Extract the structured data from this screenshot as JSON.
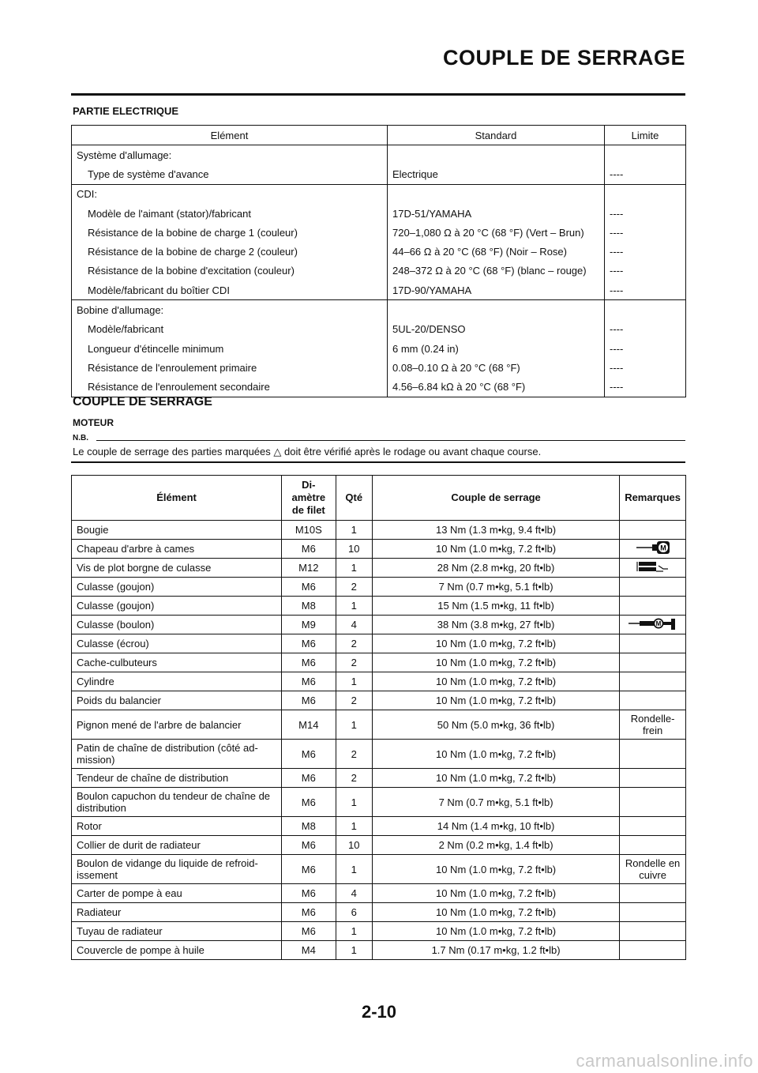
{
  "header": {
    "title": "COUPLE DE SERRAGE"
  },
  "electrical": {
    "heading": "PARTIE ELECTRIQUE",
    "columns": [
      "Elément",
      "Standard",
      "Limite"
    ],
    "groups": [
      {
        "title": "Système d'allumage:",
        "rows": [
          {
            "element": "Type de système d'avance",
            "standard": "Electrique",
            "limit": "----"
          }
        ]
      },
      {
        "title": "CDI:",
        "rows": [
          {
            "element": "Modèle de l'aimant (stator)/fabricant",
            "standard": "17D-51/YAMAHA",
            "limit": "----"
          },
          {
            "element": "Résistance de la bobine de charge 1 (couleur)",
            "standard": "720–1,080 Ω à 20 °C (68 °F) (Vert – Brun)",
            "limit": "----"
          },
          {
            "element": "Résistance de la bobine de charge 2 (couleur)",
            "standard": "44–66 Ω à 20 °C (68 °F) (Noir – Rose)",
            "limit": "----"
          },
          {
            "element": "Résistance de la bobine d'excitation (couleur)",
            "standard": "248–372 Ω à 20 °C (68 °F) (blanc – rouge)",
            "limit": "----"
          },
          {
            "element": "Modèle/fabricant du boîtier CDI",
            "standard": "17D-90/YAMAHA",
            "limit": "----"
          }
        ]
      },
      {
        "title": "Bobine d'allumage:",
        "rows": [
          {
            "element": "Modèle/fabricant",
            "standard": "5UL-20/DENSO",
            "limit": "----"
          },
          {
            "element": "Longueur d'étincelle minimum",
            "standard": "6 mm (0.24 in)",
            "limit": "----"
          },
          {
            "element": "Résistance de l'enroulement primaire",
            "standard": "0.08–0.10 Ω à 20 °C (68 °F)",
            "limit": "----"
          },
          {
            "element": "Résistance de l'enroulement secondaire",
            "standard": "4.56–6.84 kΩ à 20 °C (68 °F)",
            "limit": "----"
          }
        ]
      }
    ]
  },
  "torque_section": {
    "title": "COUPLE DE SERRAGE",
    "subtitle": "MOTEUR",
    "nb_label": "N.B.",
    "nb_text": "Le couple de serrage des parties marquées △ doit être vérifié après le rodage ou avant chaque course.",
    "columns": {
      "element": "Élément",
      "diameter_line1": "Di-",
      "diameter_line2": "amètre",
      "diameter_line3": "de filet",
      "qty": "Qté",
      "torque": "Couple de serrage",
      "remarks": "Remarques"
    },
    "rows": [
      {
        "element": "Bougie",
        "dia": "M10S",
        "qty": "1",
        "torque": "13 Nm (1.3 m•kg, 9.4 ft•lb)",
        "remark": "",
        "icon": ""
      },
      {
        "element": "Chapeau d'arbre à cames",
        "dia": "M6",
        "qty": "10",
        "torque": "10 Nm (1.0 m•kg, 7.2 ft•lb)",
        "remark": "",
        "icon": "molybdenum-oil-icon"
      },
      {
        "element": "Vis de plot borgne de culasse",
        "dia": "M12",
        "qty": "1",
        "torque": "28 Nm (2.8 m•kg, 20 ft•lb)",
        "remark": "",
        "icon": "thread-lock-icon"
      },
      {
        "element": "Culasse (goujon)",
        "dia": "M6",
        "qty": "2",
        "torque": "7 Nm (0.7 m•kg, 5.1 ft•lb)",
        "remark": "",
        "icon": ""
      },
      {
        "element": "Culasse (goujon)",
        "dia": "M8",
        "qty": "1",
        "torque": "15 Nm (1.5 m•kg, 11 ft•lb)",
        "remark": "",
        "icon": ""
      },
      {
        "element": "Culasse (boulon)",
        "dia": "M9",
        "qty": "4",
        "torque": "38 Nm (3.8 m•kg, 27 ft•lb)",
        "remark": "",
        "icon": "molybdenum-bolt-icon"
      },
      {
        "element": "Culasse (écrou)",
        "dia": "M6",
        "qty": "2",
        "torque": "10 Nm (1.0 m•kg, 7.2 ft•lb)",
        "remark": "",
        "icon": ""
      },
      {
        "element": "Cache-culbuteurs",
        "dia": "M6",
        "qty": "2",
        "torque": "10 Nm (1.0 m•kg, 7.2 ft•lb)",
        "remark": "",
        "icon": ""
      },
      {
        "element": "Cylindre",
        "dia": "M6",
        "qty": "1",
        "torque": "10 Nm (1.0 m•kg, 7.2 ft•lb)",
        "remark": "",
        "icon": ""
      },
      {
        "element": "Poids du balancier",
        "dia": "M6",
        "qty": "2",
        "torque": "10 Nm (1.0 m•kg, 7.2 ft•lb)",
        "remark": "",
        "icon": ""
      },
      {
        "element": "Pignon mené de l'arbre de balancier",
        "dia": "M14",
        "qty": "1",
        "torque": "50 Nm (5.0 m•kg, 36 ft•lb)",
        "remark": "Rondelle-frein",
        "icon": ""
      },
      {
        "element": "Patin de chaîne de distribution (côté ad-mission)",
        "dia": "M6",
        "qty": "2",
        "torque": "10 Nm (1.0 m•kg, 7.2 ft•lb)",
        "remark": "",
        "icon": ""
      },
      {
        "element": "Tendeur de chaîne de distribution",
        "dia": "M6",
        "qty": "2",
        "torque": "10 Nm (1.0 m•kg, 7.2 ft•lb)",
        "remark": "",
        "icon": ""
      },
      {
        "element": "Boulon capuchon du tendeur de chaîne de distribution",
        "dia": "M6",
        "qty": "1",
        "torque": "7 Nm (0.7 m•kg, 5.1 ft•lb)",
        "remark": "",
        "icon": ""
      },
      {
        "element": "Rotor",
        "dia": "M8",
        "qty": "1",
        "torque": "14 Nm (1.4 m•kg, 10 ft•lb)",
        "remark": "",
        "icon": ""
      },
      {
        "element": "Collier de durit de radiateur",
        "dia": "M6",
        "qty": "10",
        "torque": "2 Nm (0.2 m•kg, 1.4 ft•lb)",
        "remark": "",
        "icon": ""
      },
      {
        "element": "Boulon de vidange du liquide de refroid-issement",
        "dia": "M6",
        "qty": "1",
        "torque": "10 Nm (1.0 m•kg, 7.2 ft•lb)",
        "remark": "Rondelle en cuivre",
        "icon": ""
      },
      {
        "element": "Carter de pompe à eau",
        "dia": "M6",
        "qty": "4",
        "torque": "10 Nm (1.0 m•kg, 7.2 ft•lb)",
        "remark": "",
        "icon": ""
      },
      {
        "element": "Radiateur",
        "dia": "M6",
        "qty": "6",
        "torque": "10 Nm (1.0 m•kg, 7.2 ft•lb)",
        "remark": "",
        "icon": ""
      },
      {
        "element": "Tuyau de radiateur",
        "dia": "M6",
        "qty": "1",
        "torque": "10 Nm (1.0 m•kg, 7.2 ft•lb)",
        "remark": "",
        "icon": ""
      },
      {
        "element": "Couvercle de pompe à huile",
        "dia": "M4",
        "qty": "1",
        "torque": "1.7 Nm (0.17 m•kg, 1.2 ft•lb)",
        "remark": "",
        "icon": ""
      }
    ]
  },
  "footer": {
    "page_number": "2-10",
    "watermark": "carmanualsonline.info"
  }
}
